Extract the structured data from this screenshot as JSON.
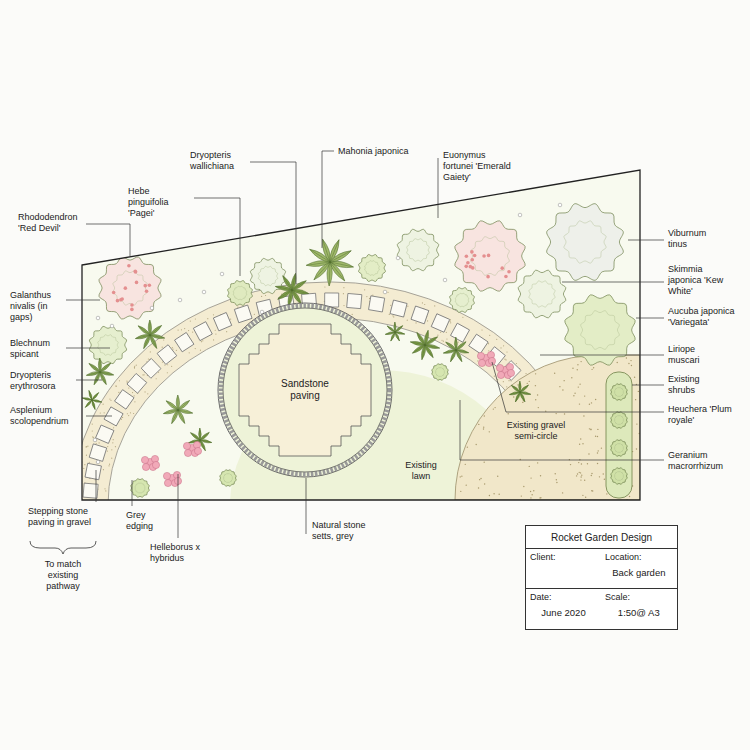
{
  "diagram": {
    "nodes": [
      {
        "text": [
          "Sandstone paving"
        ]
      },
      {
        "text": [
          "Existing lawn"
        ]
      },
      {
        "text": [
          "Existing gravel semi-circle"
        ]
      },
      {
        "text": [
          "Rocket Garden Design"
        ]
      },
      {
        "text": [
          "Client:"
        ],
        "in": 3
      },
      {
        "text": [
          "Location:",
          "Back garden"
        ],
        "in": 3
      },
      {
        "text": [
          "Date:",
          "June 2020"
        ],
        "in": 3
      },
      {
        "text": [
          "Scale:",
          "1:50@ A3"
        ],
        "in": 3
      }
    ],
    "labels": [
      "Dryopteris wallichiana",
      "Mahonia japonica",
      "Euonymus fortunei 'Emerald Gaiety'",
      "Hebe pinguifolia 'Pagei'",
      "Rhododendron 'Red Devil'",
      "Galanthus nivalis (in gaps)",
      "Blechnum spicant",
      "Dryopteris erythrosora",
      "Asplenium scolopendrium",
      "Viburnum tinus",
      "Skimmia japonica 'Kew White'",
      "Aucuba japonica 'Variegata'",
      "Liriope muscari",
      "Existing shrubs",
      "Heuchera 'Plum royale'",
      "Geranium macrorrhizum",
      "Stepping stone paving in gravel",
      "To match existing pathway",
      "Grey edging",
      "Helleborus x hybridus",
      "Natural stone setts, grey"
    ]
  }
}
